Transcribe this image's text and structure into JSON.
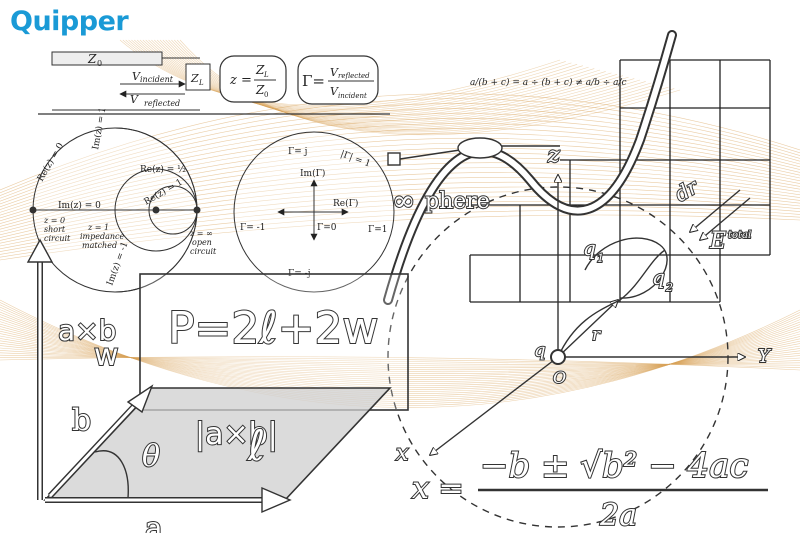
{
  "brand": {
    "logo_text": "Quipper",
    "logo_color": "#1a9ad6"
  },
  "colors": {
    "curve_stroke": "#d9a35a",
    "ink": "#222222"
  },
  "top_formulas": {
    "z0_label": "Z",
    "z0_sub": "0",
    "v_incident": "V",
    "v_incident_sub": "incident",
    "v_reflected": "V",
    "v_reflected_sub": "reflected",
    "zl_label": "Z",
    "zl_sub": "L",
    "z_eq_lhs": "z =",
    "z_eq_num": "Z",
    "z_eq_num_sub": "L",
    "z_eq_den": "Z",
    "z_eq_den_sub": "0",
    "gamma_lhs": "Γ=",
    "gamma_num": "V",
    "gamma_num_sub": "reflected",
    "gamma_den": "V",
    "gamma_den_sub": "incident",
    "fraction_identity": "a/(b + c) = a ÷ (b + c) ≠ a/b ÷ a/c"
  },
  "smith_chart": {
    "re_zero": "Re(z) = 0",
    "im_one": "Im(z) = 1",
    "re_half": "Re(z) = ½",
    "re_one": "Re(z) = 1",
    "im_zero": "Im(z) = 0",
    "im_neg_one": "Im(z) = -1",
    "short_z": "z = 0",
    "short_label": "short",
    "short_label2": "circuit",
    "matched_z": "z = 1",
    "matched_label": "impedance",
    "matched_label2": "matched",
    "open_z": "z = ∞",
    "open_label": "open",
    "open_label2": "circuit"
  },
  "gamma_plane": {
    "gamma_j": "Γ= j",
    "abs_gamma": "|Γ| = 1",
    "im_gamma": "Im(Γ)",
    "re_gamma": "Re(Γ)",
    "gamma_neg1": "Γ= -1",
    "gamma_0": "Γ=0",
    "gamma_1": "Γ=1",
    "gamma_negj": "Γ= -j"
  },
  "center_math": {
    "infinity": "∞",
    "sphere_word": "phere",
    "z_axis": "z",
    "y_axis": "Y",
    "x_axis": "x",
    "origin": "O",
    "charge": "q",
    "r_vector": "r",
    "q1_label": "q",
    "q1_sub": "1",
    "q2_label": "q",
    "q2_sub": "2",
    "dr": "dr",
    "e_total": "E",
    "e_total_sup": "total"
  },
  "perimeter": {
    "formula": "P=2ℓ+2w",
    "w_label": "w",
    "l_label": "ℓ"
  },
  "cross_product": {
    "axb": "a×b",
    "b_label": "b",
    "a_label": "a",
    "abs_axb": "|a×b|",
    "theta": "θ"
  },
  "quadratic": {
    "x_eq": "x =",
    "numerator": "−b ± √b² − 4ac",
    "denominator": "2a"
  }
}
